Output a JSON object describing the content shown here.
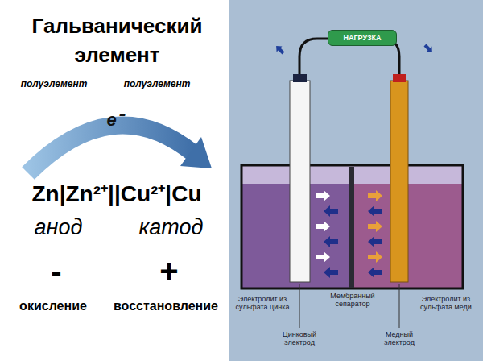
{
  "diagram": {
    "title": "Гальванический элемент",
    "nodes": [
      {
        "text": [
          "НАГРУЗКА"
        ]
      }
    ],
    "labels": [
      "полуэлемент",
      "полуэлемент",
      "e⁻",
      "Zn|Zn²⁺||Cu²⁺|Cu",
      "анод",
      "катод",
      "-",
      "+",
      "окисление",
      "восстановление",
      "Электролит из сульфата цинка",
      "Мембранный сепаратор",
      "Электролит из сульфата меди",
      "Цинковый электрод",
      "Медный электрод"
    ]
  }
}
